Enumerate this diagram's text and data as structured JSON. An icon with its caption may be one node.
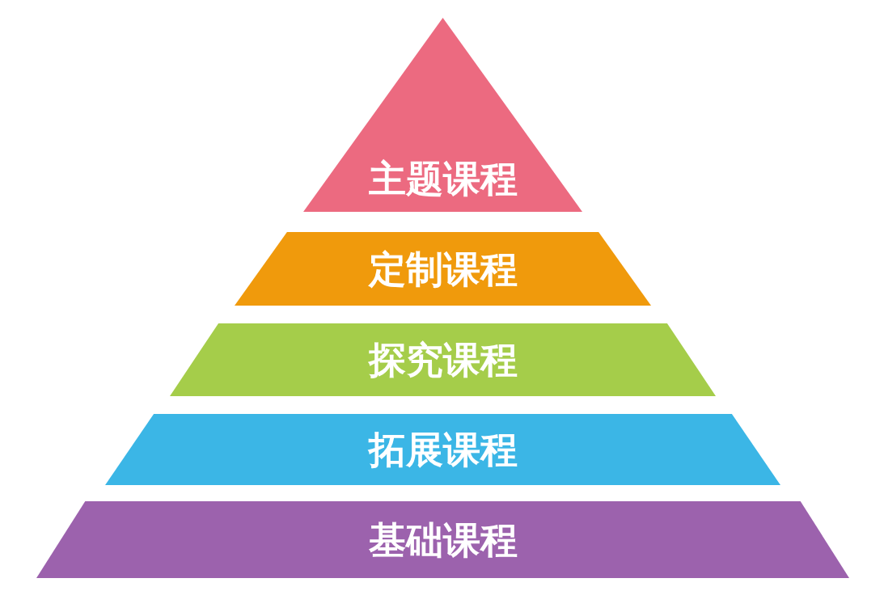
{
  "diagram": {
    "nodes": [
      {
        "text": [
          "主题课程"
        ]
      },
      {
        "text": [
          "定制课程"
        ]
      },
      {
        "text": [
          "探究课程"
        ]
      },
      {
        "text": [
          "拓展课程"
        ]
      },
      {
        "text": [
          "基础课程"
        ]
      }
    ]
  }
}
